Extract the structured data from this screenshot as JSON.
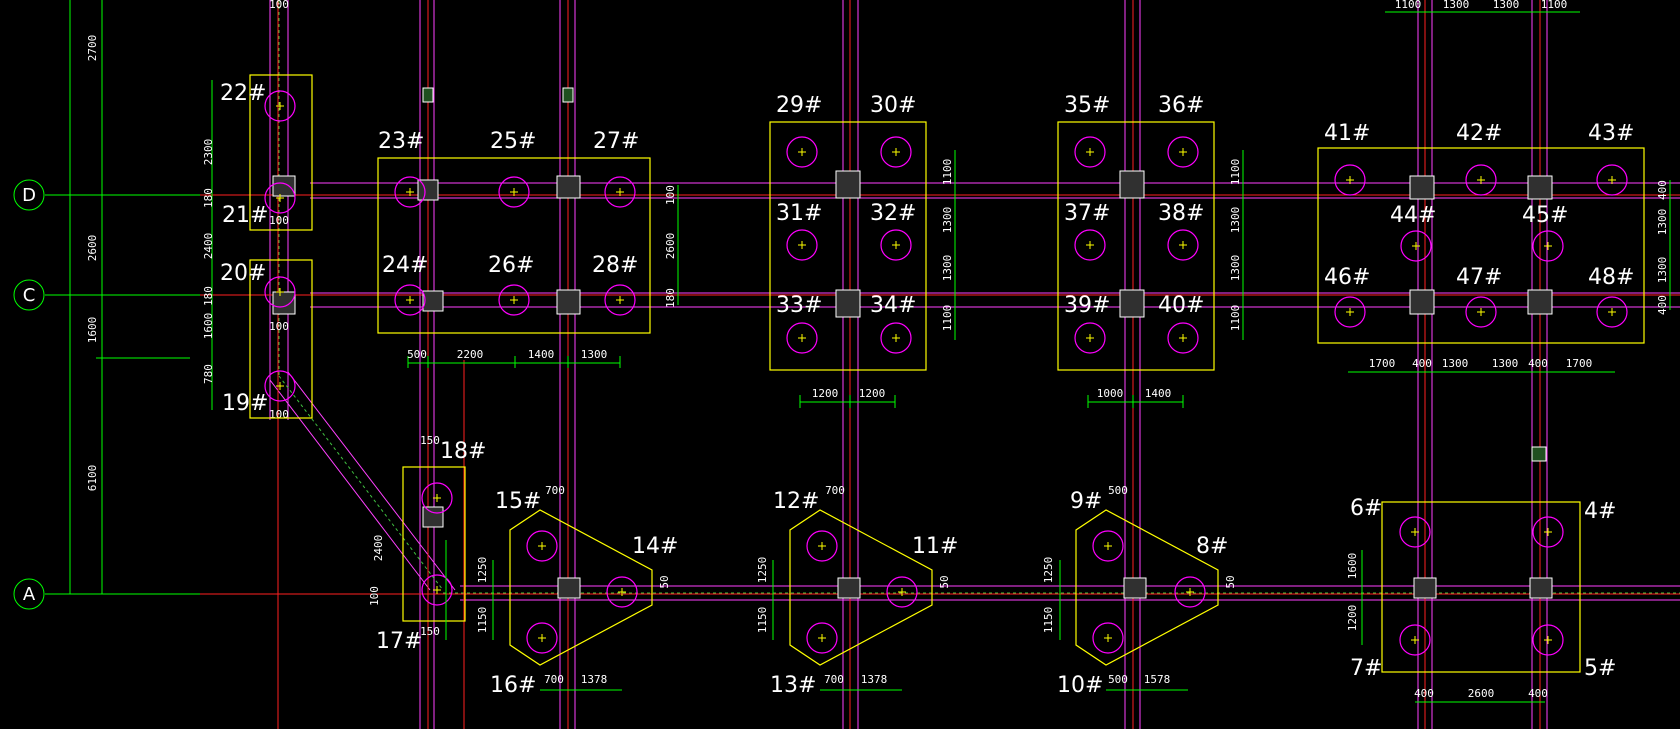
{
  "colors": {
    "background": "#000000",
    "cap": "#ffff00",
    "pile": "#ff00ff",
    "axis": "#ff2020",
    "wall": "#ff40ff",
    "dimension": "#00ff00",
    "text": "#ffffff",
    "hatch": "#40c040"
  },
  "axes": [
    {
      "id": "D",
      "label": "D"
    },
    {
      "id": "C",
      "label": "C"
    },
    {
      "id": "A",
      "label": "A"
    }
  ],
  "left_dims": [
    "2700",
    "2600",
    "1600",
    "6100"
  ],
  "left_dims2": [
    "2300",
    "180",
    "2400",
    "180",
    "1600",
    "780",
    "100",
    "100",
    "100",
    "100",
    "100"
  ],
  "pile_labels": {
    "p22": "22#",
    "p21": "21#",
    "p20": "20#",
    "p19": "19#",
    "p23": "23#",
    "p25": "25#",
    "p27": "27#",
    "p24": "24#",
    "p26": "26#",
    "p28": "28#",
    "p29": "29#",
    "p30": "30#",
    "p31": "31#",
    "p32": "32#",
    "p33": "33#",
    "p34": "34#",
    "p35": "35#",
    "p36": "36#",
    "p37": "37#",
    "p38": "38#",
    "p39": "39#",
    "p40": "40#",
    "p41": "41#",
    "p42": "42#",
    "p43": "43#",
    "p44": "44#",
    "p45": "45#",
    "p46": "46#",
    "p47": "47#",
    "p48": "48#",
    "p18": "18#",
    "p17": "17#",
    "p15": "15#",
    "p14": "14#",
    "p16": "16#",
    "p12": "12#",
    "p11": "11#",
    "p13": "13#",
    "p9": "9#",
    "p8": "8#",
    "p10": "10#",
    "p6": "6#",
    "p4": "4#",
    "p7": "7#",
    "p5": "5#"
  },
  "dims": {
    "top_right": [
      "1100",
      "1300",
      "1300",
      "1100"
    ],
    "cap_a_bottom": [
      "500",
      "2200",
      "1400",
      "1300"
    ],
    "cap_a_right": [
      "100",
      "2600",
      "180"
    ],
    "cap_b_bottom": [
      "1200",
      "1200"
    ],
    "cap_b_right": [
      "1100",
      "1300",
      "1300",
      "1100"
    ],
    "cap_c_bottom": [
      "1000",
      "1400"
    ],
    "cap_c_right": [
      "1100",
      "1300",
      "1300",
      "1100"
    ],
    "cap_d_bottom": [
      "1700",
      "400",
      "1300",
      "1300",
      "400",
      "1700"
    ],
    "cap_d_right": [
      "400",
      "1300",
      "1300",
      "400"
    ],
    "p18_dims": [
      "150",
      "2400",
      "100",
      "150"
    ],
    "tri1": [
      "700",
      "1250",
      "1150",
      "700",
      "1378",
      "50"
    ],
    "tri2": [
      "700",
      "1250",
      "1150",
      "700",
      "1378",
      "50"
    ],
    "tri3": [
      "500",
      "1250",
      "1150",
      "500",
      "1578",
      "50"
    ],
    "cap_e": [
      "1600",
      "1200",
      "400",
      "2600",
      "400"
    ]
  }
}
